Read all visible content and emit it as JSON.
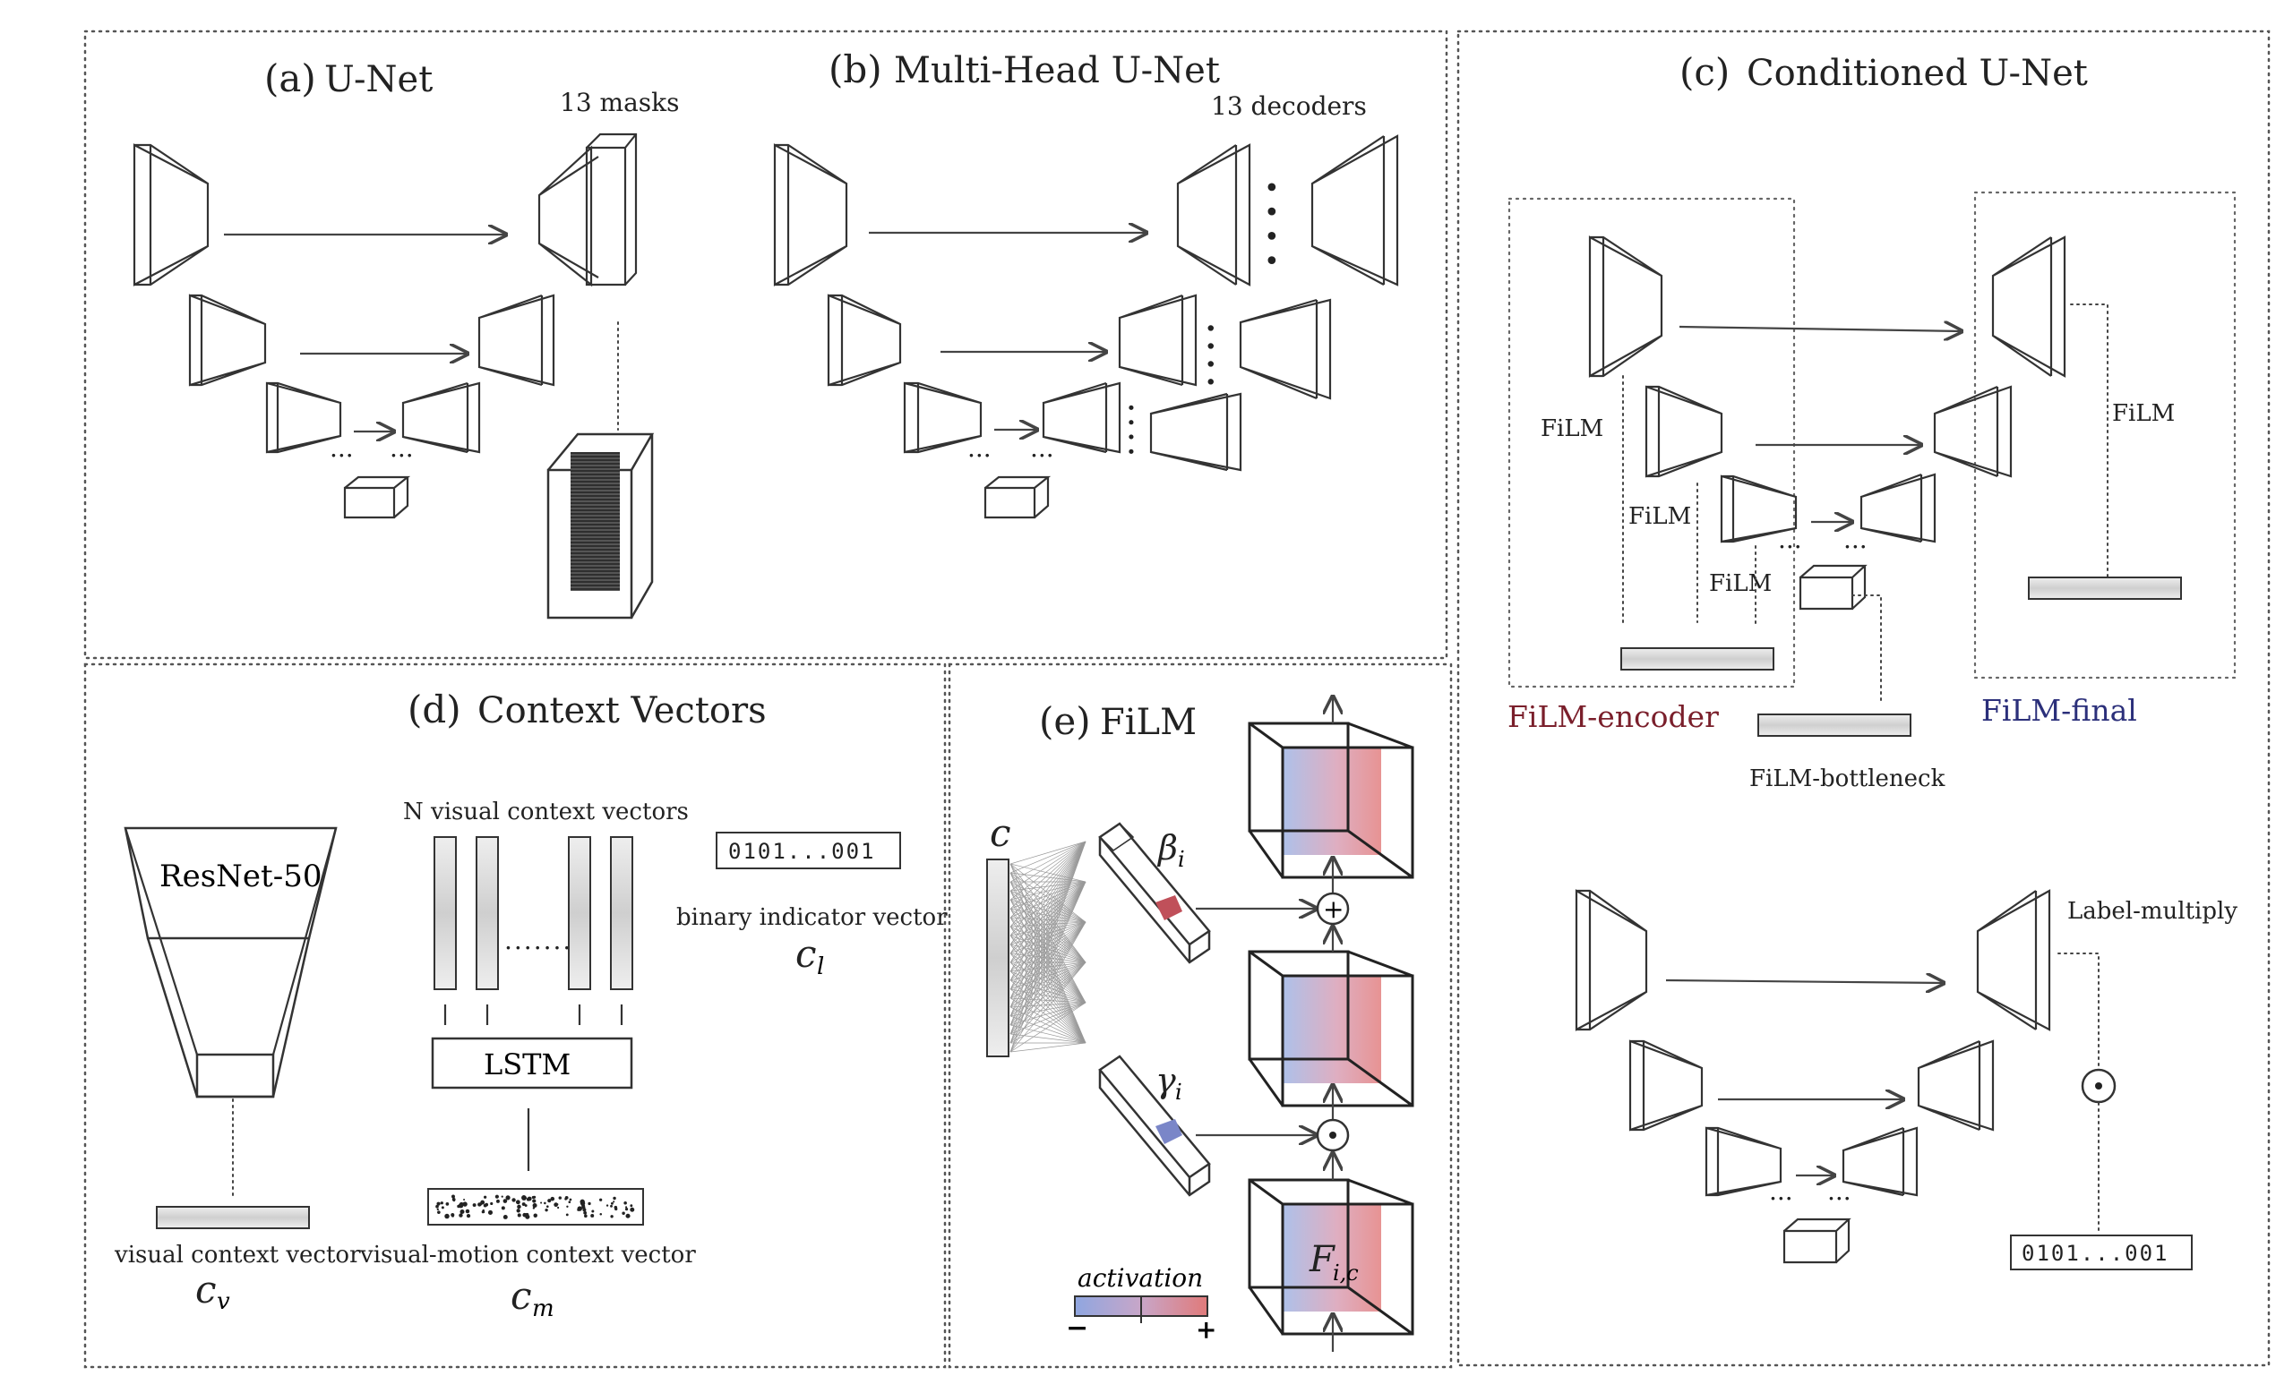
{
  "panels": {
    "a": {
      "label": "(a)",
      "title": "U-Net",
      "masks_label": "13 masks"
    },
    "b": {
      "label": "(b)",
      "title": "Multi-Head U-Net",
      "decoders_label": "13 decoders"
    },
    "c": {
      "label": "(c)",
      "title": "Conditioned U-Net",
      "film_labels": [
        "FiLM",
        "FiLM",
        "FiLM",
        "FiLM"
      ],
      "film_encoder": "FiLM-encoder",
      "film_final": "FiLM-final",
      "film_bottleneck": "FiLM-bottleneck",
      "label_multiply": "Label-multiply",
      "binary_vector": "0101...001",
      "encoder_color": "#7a1f2b",
      "final_color": "#2b2f7a"
    },
    "d": {
      "label": "(d)",
      "title": "Context Vectors",
      "resnet": "ResNet-50",
      "n_visual": "N visual context vectors",
      "lstm": "LSTM",
      "binary_vector": "0101...001",
      "binary_label": "binary indicator vector",
      "visual_label": "visual context vector",
      "motion_label": "visual-motion context vector",
      "cv_symbol": "c",
      "cv_sub": "v",
      "cm_symbol": "c",
      "cm_sub": "m",
      "cl_symbol": "c",
      "cl_sub": "l"
    },
    "e": {
      "label": "(e)",
      "title": "FiLM",
      "c_symbol": "c",
      "beta": "β",
      "beta_sub": "i",
      "gamma": "γ",
      "gamma_sub": "i",
      "feature": "F",
      "feature_sub": "i,c",
      "activation": "activation",
      "minus": "−",
      "plus": "+",
      "add_op": "+",
      "mul_op": "⊙",
      "activation_low_color": "#8fa6e0",
      "activation_high_color": "#e07a7a"
    }
  },
  "ellipsis": "..."
}
